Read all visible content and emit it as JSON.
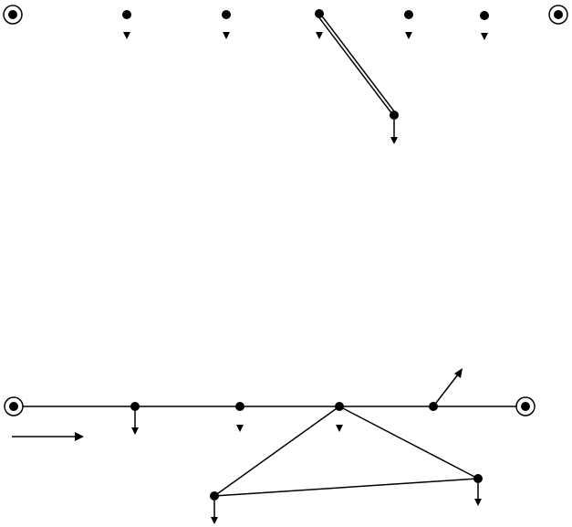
{
  "diagram": {
    "colors": {
      "stroke": "#000000",
      "background": "#ffffff"
    },
    "top_network": {
      "nodes": [
        {
          "id": "t-src-left",
          "kind": "source"
        },
        {
          "id": "t1",
          "kind": "node",
          "load": "small-arrow"
        },
        {
          "id": "t2",
          "kind": "node",
          "load": "small-arrow"
        },
        {
          "id": "t3",
          "kind": "node",
          "load": "small-arrow"
        },
        {
          "id": "t4",
          "kind": "node",
          "load": "small-arrow"
        },
        {
          "id": "t5",
          "kind": "node",
          "load": "small-arrow"
        },
        {
          "id": "t-src-right",
          "kind": "source"
        },
        {
          "id": "t6",
          "kind": "node",
          "load": "arrow"
        }
      ],
      "edges": [
        {
          "from": "t3",
          "to": "t6",
          "style": "double"
        }
      ]
    },
    "bottom_network": {
      "nodes": [
        {
          "id": "b-src-left",
          "kind": "source"
        },
        {
          "id": "b1",
          "kind": "node",
          "load": "arrow"
        },
        {
          "id": "b2",
          "kind": "node",
          "load": "small-arrow"
        },
        {
          "id": "b3",
          "kind": "node",
          "load": "small-arrow"
        },
        {
          "id": "b4",
          "kind": "node",
          "load": "diagonal-arrow"
        },
        {
          "id": "b-src-right",
          "kind": "source"
        },
        {
          "id": "b5",
          "kind": "node",
          "load": "arrow"
        },
        {
          "id": "b6",
          "kind": "node",
          "load": "arrow"
        }
      ],
      "edges": [
        {
          "from": "b-src-left",
          "to": "b-src-right",
          "style": "single"
        },
        {
          "from": "b3",
          "to": "b5",
          "style": "single"
        },
        {
          "from": "b3",
          "to": "b6",
          "style": "single"
        },
        {
          "from": "b5",
          "to": "b6",
          "style": "single"
        }
      ],
      "flow_arrow": "right"
    }
  }
}
